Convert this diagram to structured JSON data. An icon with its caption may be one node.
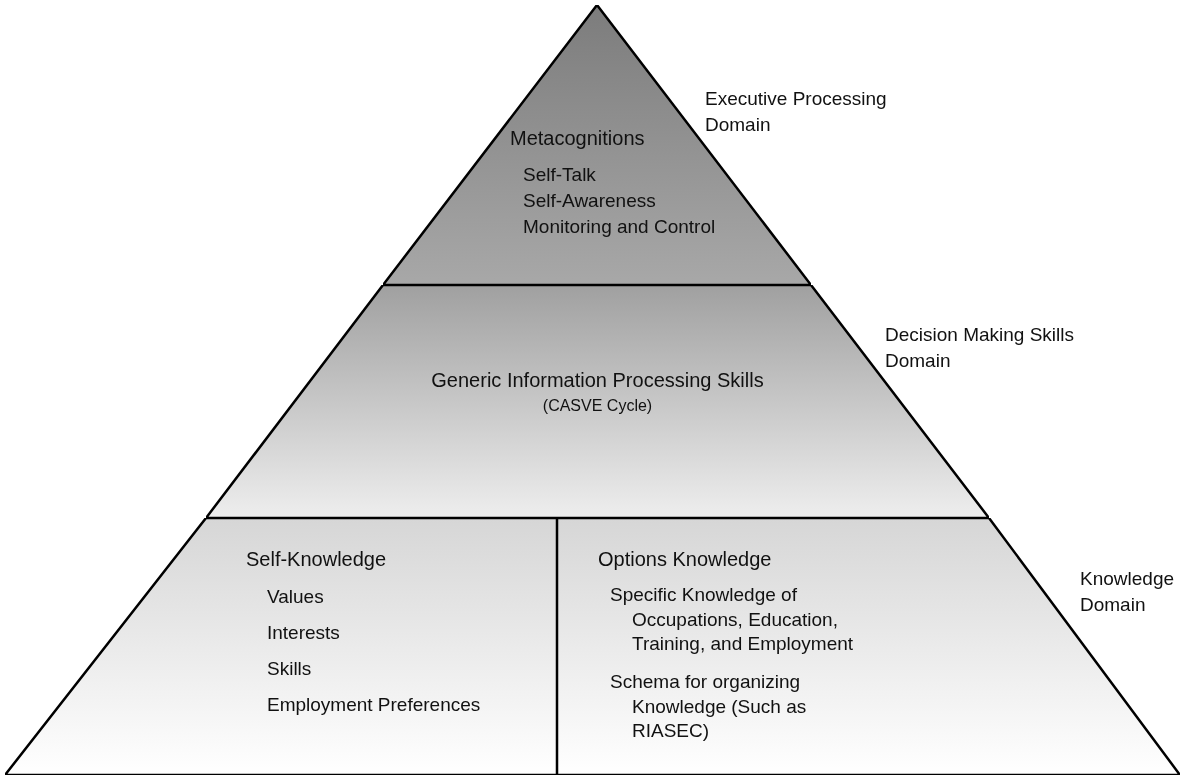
{
  "diagram": {
    "nodes": [
      {
        "text": [
          "Metacognitions",
          "Self-Talk",
          "Self-Awareness",
          "Monitoring and Control"
        ],
        "beside": [
          "Executive Processing Domain"
        ]
      },
      {
        "text": [
          "Generic Information Processing Skills",
          "(CASVE Cycle)"
        ],
        "beside": [
          "Decision Making Skills Domain"
        ]
      },
      {
        "text": [
          "Self-Knowledge",
          "Values",
          "Interests",
          "Skills",
          "Employment Preferences"
        ]
      },
      {
        "text": [
          "Options Knowledge",
          "Specific Knowledge of Occupations, Education, Training, and Employment",
          "Schema for organizing Knowledge (Such as RIASEC)"
        ],
        "beside": [
          "Knowledge Domain"
        ]
      }
    ],
    "edges": []
  }
}
